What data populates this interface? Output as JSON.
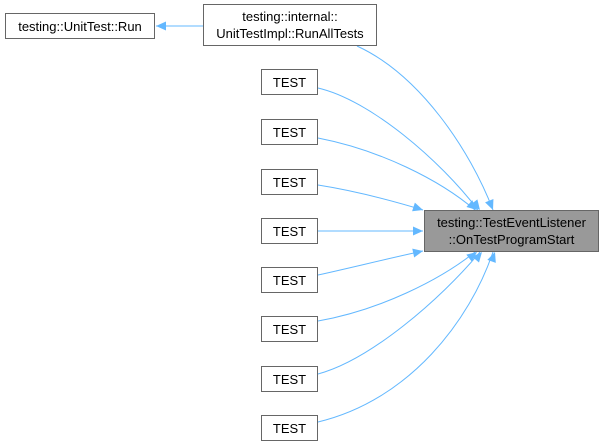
{
  "colors": {
    "edge": "#63b8ff",
    "node_border": "#666666",
    "highlight_fill": "#999999"
  },
  "nodes": {
    "run": {
      "lines": [
        "testing::UnitTest::Run"
      ]
    },
    "runall": {
      "lines": [
        "testing::internal::",
        "UnitTestImpl::RunAllTests"
      ]
    },
    "target": {
      "lines": [
        "testing::TestEventListener",
        "::OnTestProgramStart"
      ]
    },
    "tests": [
      {
        "label": "TEST"
      },
      {
        "label": "TEST"
      },
      {
        "label": "TEST"
      },
      {
        "label": "TEST"
      },
      {
        "label": "TEST"
      },
      {
        "label": "TEST"
      },
      {
        "label": "TEST"
      },
      {
        "label": "TEST"
      }
    ]
  },
  "edges": [
    {
      "from": "runall",
      "to": "run"
    },
    {
      "from": "target",
      "to": "runall"
    },
    {
      "from": "target",
      "to": "test-1"
    },
    {
      "from": "target",
      "to": "test-2"
    },
    {
      "from": "target",
      "to": "test-3"
    },
    {
      "from": "target",
      "to": "test-4"
    },
    {
      "from": "target",
      "to": "test-5"
    },
    {
      "from": "target",
      "to": "test-6"
    },
    {
      "from": "target",
      "to": "test-7"
    },
    {
      "from": "target",
      "to": "test-8"
    }
  ]
}
